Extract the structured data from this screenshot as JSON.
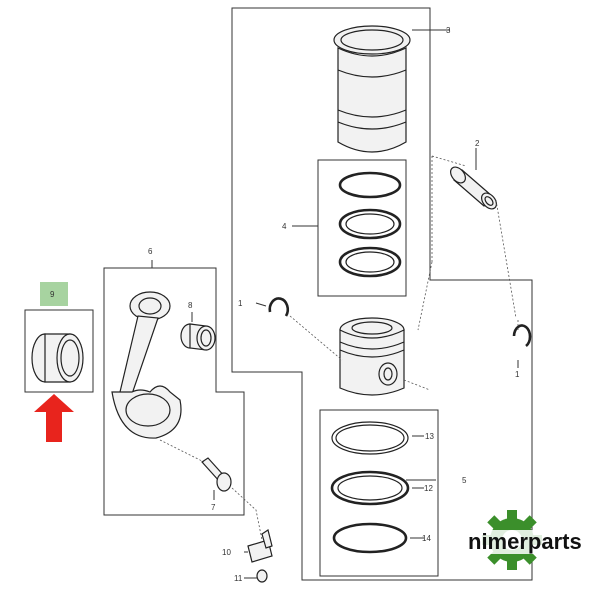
{
  "callouts": {
    "c1_left": "1",
    "c1_right": "1",
    "c2": "2",
    "c3": "3",
    "c4": "4",
    "c5": "5",
    "c6": "6",
    "c7": "7",
    "c8": "8",
    "c9": "9",
    "c10": "10",
    "c11": "11",
    "c12": "12",
    "c13": "13",
    "c14": "14"
  },
  "logo": {
    "text": "nimerparts"
  },
  "colors": {
    "highlight_label": "#a7d3a0",
    "arrow": "#e8241d",
    "gear": "#3b8f2b"
  }
}
